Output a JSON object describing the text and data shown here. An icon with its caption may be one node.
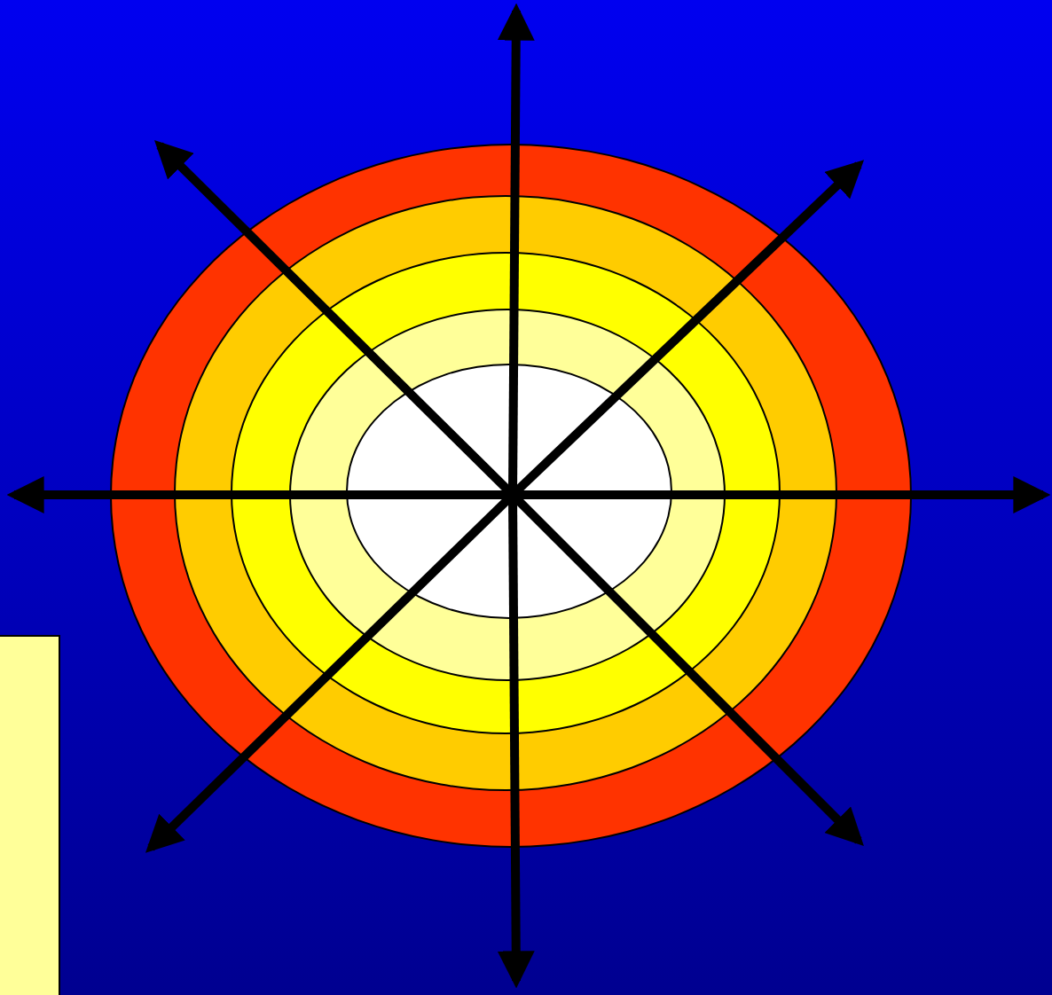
{
  "diagram": {
    "nodes": [
      {
        "text": [],
        "shape": "ellipse"
      },
      {
        "text": [],
        "shape": "ellipse",
        "in": 0
      },
      {
        "text": [],
        "shape": "ellipse",
        "in": 1
      },
      {
        "text": [],
        "shape": "ellipse",
        "in": 2
      },
      {
        "text": [],
        "shape": "ellipse",
        "in": 3
      },
      {
        "text": [],
        "shape": "box"
      }
    ],
    "edges": [
      {
        "from": 4,
        "to": null,
        "arrow": "to"
      },
      {
        "from": 4,
        "to": null,
        "arrow": "to"
      },
      {
        "from": 4,
        "to": null,
        "arrow": "to"
      },
      {
        "from": 4,
        "to": null,
        "arrow": "to"
      },
      {
        "from": 4,
        "to": null,
        "arrow": "to"
      },
      {
        "from": 4,
        "to": null,
        "arrow": "to"
      },
      {
        "from": 4,
        "to": null,
        "arrow": "to"
      },
      {
        "from": 4,
        "to": null,
        "arrow": "to"
      }
    ]
  }
}
